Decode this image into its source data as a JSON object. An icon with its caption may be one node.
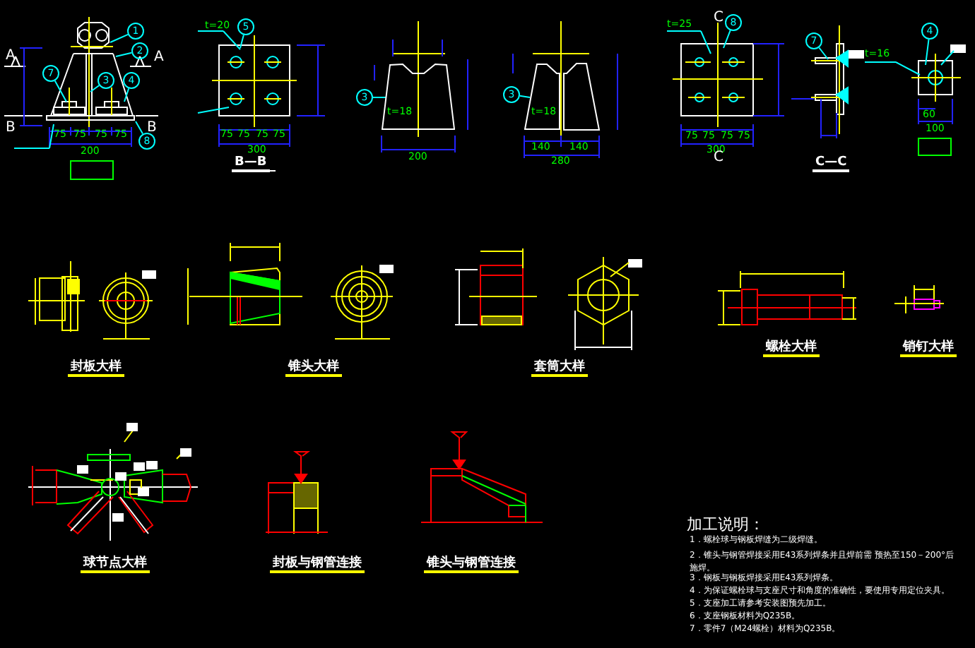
{
  "diagram": {
    "nodes": [
      {
        "text": [
          "1"
        ]
      },
      {
        "text": [
          "2"
        ]
      },
      {
        "text": [
          "7"
        ]
      },
      {
        "text": [
          "3"
        ]
      },
      {
        "text": [
          "4"
        ]
      },
      {
        "text": [
          "8"
        ]
      },
      {
        "text": [
          "5"
        ]
      },
      {
        "text": [
          "3"
        ]
      },
      {
        "text": [
          "3"
        ]
      },
      {
        "text": [
          "8"
        ]
      },
      {
        "text": [
          "7"
        ]
      },
      {
        "text": [
          "4"
        ]
      },
      {
        "text": [
          "t=18"
        ]
      },
      {
        "text": [
          "t=18"
        ]
      }
    ],
    "edges": [
      {
        "from": 0,
        "to": null,
        "arrow": "none"
      },
      {
        "from": 1,
        "to": null,
        "arrow": "none"
      },
      {
        "from": 2,
        "to": null,
        "arrow": "none"
      },
      {
        "from": 3,
        "to": null,
        "arrow": "none"
      },
      {
        "from": 4,
        "to": null,
        "arrow": "none"
      },
      {
        "from": 5,
        "to": null,
        "arrow": "none"
      },
      {
        "from": 6,
        "to": null,
        "arrow": "none"
      },
      {
        "from": 7,
        "to": 12,
        "arrow": "none"
      },
      {
        "from": 8,
        "to": 13,
        "arrow": "none"
      },
      {
        "from": 9,
        "to": null,
        "arrow": "none"
      },
      {
        "from": 10,
        "to": null,
        "arrow": "none"
      },
      {
        "from": 11,
        "to": null,
        "arrow": "none"
      }
    ],
    "labels": [
      "A",
      "A",
      "B",
      "B",
      "75",
      "75",
      "75",
      "75",
      "200",
      "t=20",
      "75",
      "75",
      "75",
      "75",
      "300",
      "B—B",
      "200",
      "140",
      "140",
      "280",
      "C",
      "t=25",
      "75",
      "75",
      "75",
      "75",
      "300",
      "C",
      "C—C",
      "t=16",
      "60",
      "100",
      "封板大样",
      "锥头大样",
      "套筒大样",
      "螺栓大样",
      "销钉大样",
      "球节点大样",
      "封板与钢管连接",
      "锥头与钢管连接",
      "加工说明：",
      "1．螺栓球与钢板焊缝为二级焊缝。",
      "2．锥头与钢管焊接采用E43系列焊条并且焊前需 预热至150－200°后施焊。",
      "3．钢板与钢板焊接采用E43系列焊条。",
      "4．为保证螺栓球与支座尺寸和角度的准确性，要使用专用定位夹具。",
      "5．支座加工请参考安装图预先加工。",
      "6．支座钢板材料为Q235B。",
      "7．零件7（M24螺栓）材料为Q235B。"
    ]
  }
}
